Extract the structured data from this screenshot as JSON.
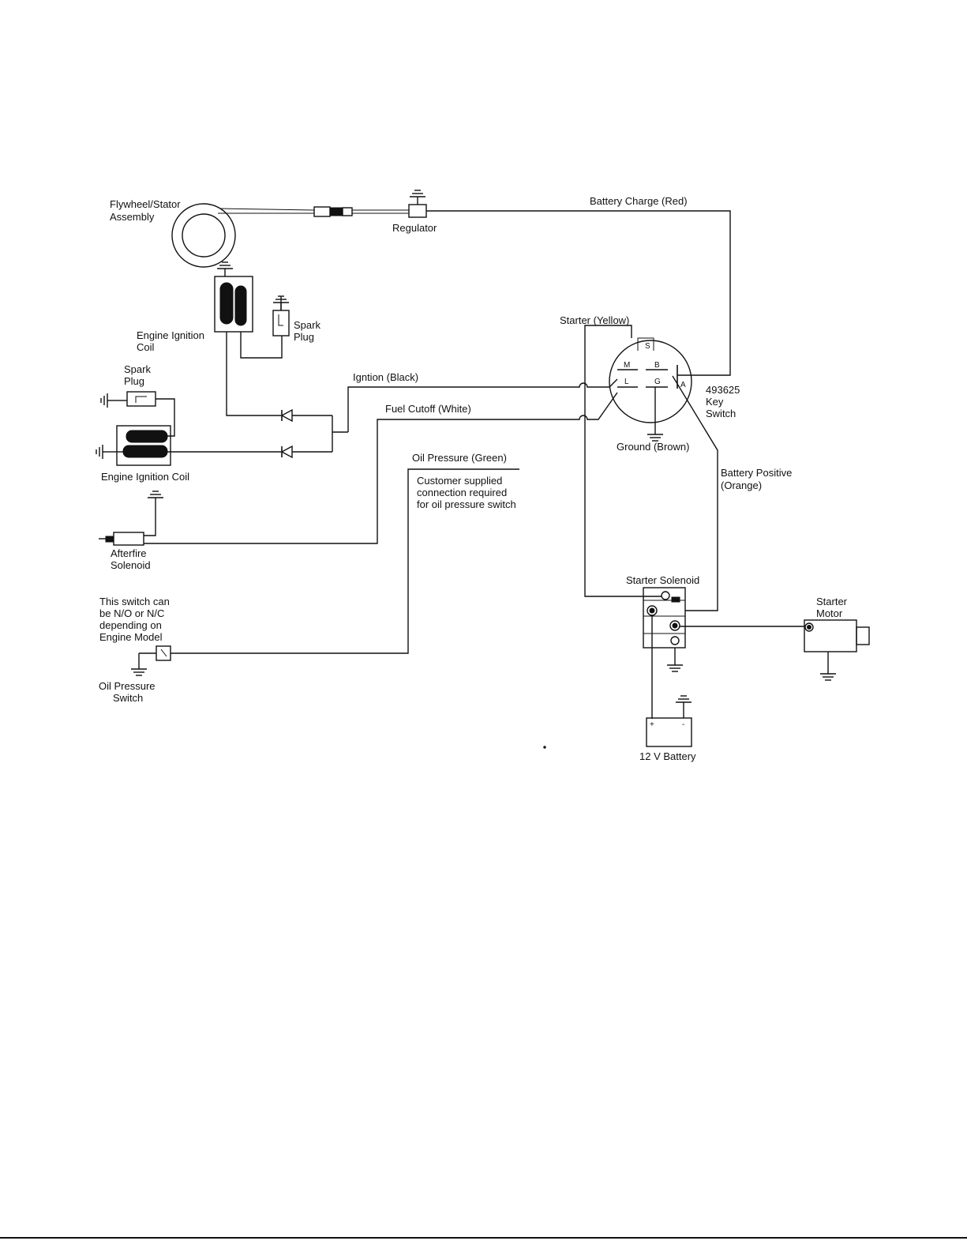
{
  "labels": {
    "flywheel_line1": "Flywheel/Stator",
    "flywheel_line2": "Assembly",
    "regulator": "Regulator",
    "battery_charge": "Battery Charge (Red)",
    "ignition_coil_top_line1": "Engine Ignition",
    "ignition_coil_top_line2": "Coil",
    "spark_plug_top_line1": "Spark",
    "spark_plug_top_line2": "Plug",
    "spark_plug_left_line1": "Spark",
    "spark_plug_left_line2": "Plug",
    "ignition_coil_left": "Engine Ignition Coil",
    "starter_wire": "Starter (Yellow)",
    "ignition_wire": "Igntion (Black)",
    "fuel_cutoff_wire": "Fuel Cutoff (White)",
    "key_switch_line1": "493625",
    "key_switch_line2": "Key",
    "key_switch_line3": "Switch",
    "ground_wire": "Ground (Brown)",
    "oil_pressure_wire": "Oil Pressure (Green)",
    "customer_note_line1": "Customer supplied",
    "customer_note_line2": "connection required",
    "customer_note_line3": "for oil pressure switch",
    "battery_positive_line1": "Battery Positive",
    "battery_positive_line2": "(Orange)",
    "afterfire_line1": "Afterfire",
    "afterfire_line2": "Solenoid",
    "switch_note_line1": "This switch can",
    "switch_note_line2": "be N/O or N/C",
    "switch_note_line3": "depending on",
    "switch_note_line4": "Engine Model",
    "oil_switch_line1": "Oil Pressure",
    "oil_switch_line2": "Switch",
    "starter_solenoid": "Starter Solenoid",
    "starter_motor_line1": "Starter",
    "starter_motor_line2": "Motor",
    "battery": "12 V Battery"
  },
  "key_switch_terminals": {
    "s": "S",
    "m": "M",
    "b": "B",
    "l": "L",
    "g": "G",
    "a": "A"
  },
  "battery_terminals": {
    "plus": "+",
    "minus": "-"
  }
}
